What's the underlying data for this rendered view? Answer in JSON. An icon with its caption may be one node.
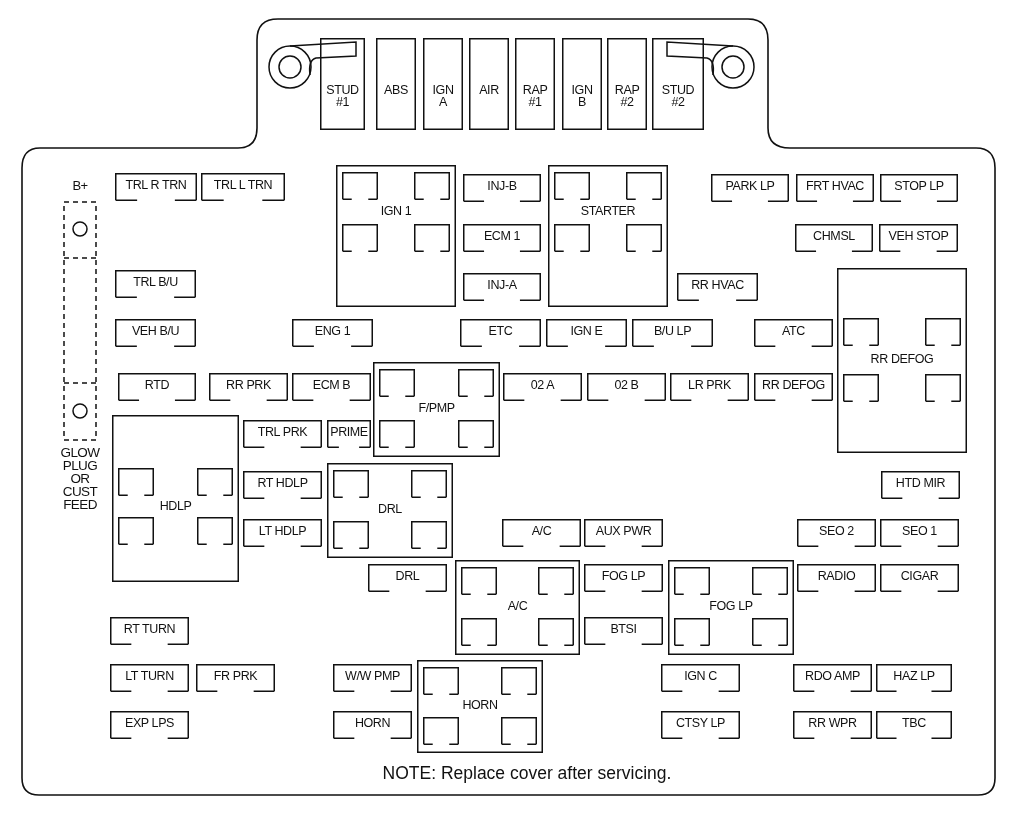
{
  "diagram": {
    "nodes": [
      {
        "text": [
          "STUD #1"
        ]
      },
      {
        "text": [
          "ABS"
        ]
      },
      {
        "text": [
          "IGN A"
        ]
      },
      {
        "text": [
          "AIR"
        ]
      },
      {
        "text": [
          "RAP #1"
        ]
      },
      {
        "text": [
          "IGN B"
        ]
      },
      {
        "text": [
          "RAP #2"
        ]
      },
      {
        "text": [
          "STUD #2"
        ]
      },
      {
        "text": [
          "TRL R TRN"
        ]
      },
      {
        "text": [
          "TRL L TRN"
        ]
      },
      {
        "text": [
          "IGN 1"
        ]
      },
      {
        "text": [
          "INJ-B"
        ]
      },
      {
        "text": [
          "STARTER"
        ]
      },
      {
        "text": [
          "PARK LP"
        ]
      },
      {
        "text": [
          "FRT HVAC"
        ]
      },
      {
        "text": [
          "STOP LP"
        ]
      },
      {
        "text": [
          "ECM 1"
        ]
      },
      {
        "text": [
          "CHMSL"
        ]
      },
      {
        "text": [
          "VEH STOP"
        ]
      },
      {
        "text": [
          "TRL B/U"
        ]
      },
      {
        "text": [
          "INJ-A"
        ]
      },
      {
        "text": [
          "RR HVAC"
        ]
      },
      {
        "text": [
          "RR DEFOG"
        ]
      },
      {
        "text": [
          "VEH B/U"
        ]
      },
      {
        "text": [
          "ENG 1"
        ]
      },
      {
        "text": [
          "ETC"
        ]
      },
      {
        "text": [
          "IGN E"
        ]
      },
      {
        "text": [
          "B/U LP"
        ]
      },
      {
        "text": [
          "ATC"
        ]
      },
      {
        "text": [
          "F/PMP"
        ]
      },
      {
        "text": [
          "RTD"
        ]
      },
      {
        "text": [
          "RR PRK"
        ]
      },
      {
        "text": [
          "ECM B"
        ]
      },
      {
        "text": [
          "02 A"
        ]
      },
      {
        "text": [
          "02 B"
        ]
      },
      {
        "text": [
          "LR PRK"
        ]
      },
      {
        "text": [
          "RR DEFOG"
        ]
      },
      {
        "text": [
          "HDLP"
        ]
      },
      {
        "text": [
          "TRL PRK"
        ]
      },
      {
        "text": [
          "PRIME"
        ]
      },
      {
        "text": [
          "DRL"
        ]
      },
      {
        "text": [
          "RT HDLP"
        ]
      },
      {
        "text": [
          "HTD MIR"
        ]
      },
      {
        "text": [
          "LT HDLP"
        ]
      },
      {
        "text": [
          "A/C"
        ]
      },
      {
        "text": [
          "AUX PWR"
        ]
      },
      {
        "text": [
          "SEO 2"
        ]
      },
      {
        "text": [
          "SEO 1"
        ]
      },
      {
        "text": [
          "DRL"
        ]
      },
      {
        "text": [
          "A/C"
        ]
      },
      {
        "text": [
          "FOG LP"
        ]
      },
      {
        "text": [
          "FOG LP"
        ]
      },
      {
        "text": [
          "RADIO"
        ]
      },
      {
        "text": [
          "CIGAR"
        ]
      },
      {
        "text": [
          "RT TURN"
        ]
      },
      {
        "text": [
          "BTSI"
        ]
      },
      {
        "text": [
          "LT TURN"
        ]
      },
      {
        "text": [
          "FR PRK"
        ]
      },
      {
        "text": [
          "W/W PMP"
        ]
      },
      {
        "text": [
          "HORN"
        ]
      },
      {
        "text": [
          "IGN C"
        ]
      },
      {
        "text": [
          "RDO AMP"
        ]
      },
      {
        "text": [
          "HAZ LP"
        ]
      },
      {
        "text": [
          "EXP LPS"
        ]
      },
      {
        "text": [
          "HORN"
        ]
      },
      {
        "text": [
          "CTSY LP"
        ]
      },
      {
        "text": [
          "RR WPR"
        ]
      },
      {
        "text": [
          "TBC"
        ]
      }
    ],
    "labels": [
      "B+",
      "GLOW PLUG OR CUST FEED",
      "NOTE: Replace cover after servicing."
    ]
  }
}
